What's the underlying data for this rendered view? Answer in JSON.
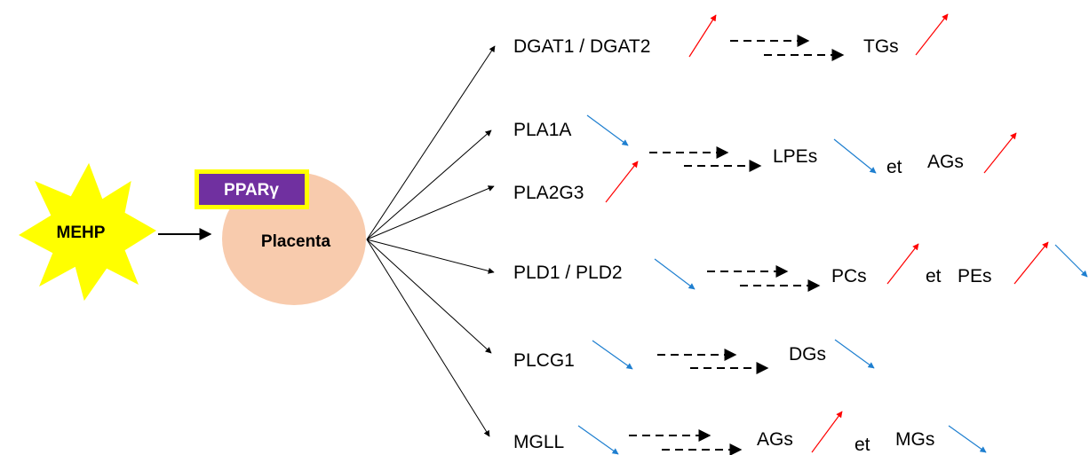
{
  "nodes": {
    "mehp": "MEHP",
    "ppar": "PPARγ",
    "placenta": "Placenta"
  },
  "pathways": [
    {
      "enzymes": [
        "DGAT1 / DGAT2"
      ],
      "enzyme_trends": [
        "up"
      ],
      "products": [
        {
          "label": "TGs",
          "trend": "up"
        }
      ],
      "connector": ""
    },
    {
      "enzymes": [
        "PLA1A",
        "PLA2G3"
      ],
      "enzyme_trends": [
        "down",
        "up"
      ],
      "products": [
        {
          "label": "LPEs",
          "trend": "down"
        },
        {
          "label": "AGs",
          "trend": "up"
        }
      ],
      "connector": "et"
    },
    {
      "enzymes": [
        "PLD1 / PLD2"
      ],
      "enzyme_trends": [
        "down"
      ],
      "products": [
        {
          "label": "PCs",
          "trend": "up"
        },
        {
          "label": "PEs",
          "trend": "up"
        }
      ],
      "extra_trend": "down",
      "connector": "et"
    },
    {
      "enzymes": [
        "PLCG1"
      ],
      "enzyme_trends": [
        "down"
      ],
      "products": [
        {
          "label": "DGs",
          "trend": "down"
        }
      ],
      "connector": ""
    },
    {
      "enzymes": [
        "MGLL"
      ],
      "enzyme_trends": [
        "down"
      ],
      "products": [
        {
          "label": "AGs",
          "trend": "up"
        },
        {
          "label": "MGs",
          "trend": "down"
        }
      ],
      "connector": "et"
    }
  ],
  "colors": {
    "up_arrow": "#ff0000",
    "down_arrow": "#1e7fd0",
    "burst_fill": "#ffff00",
    "ppar_fill": "#7030a0",
    "ppar_border": "#ffff00",
    "placenta_fill": "#f8cbad"
  }
}
